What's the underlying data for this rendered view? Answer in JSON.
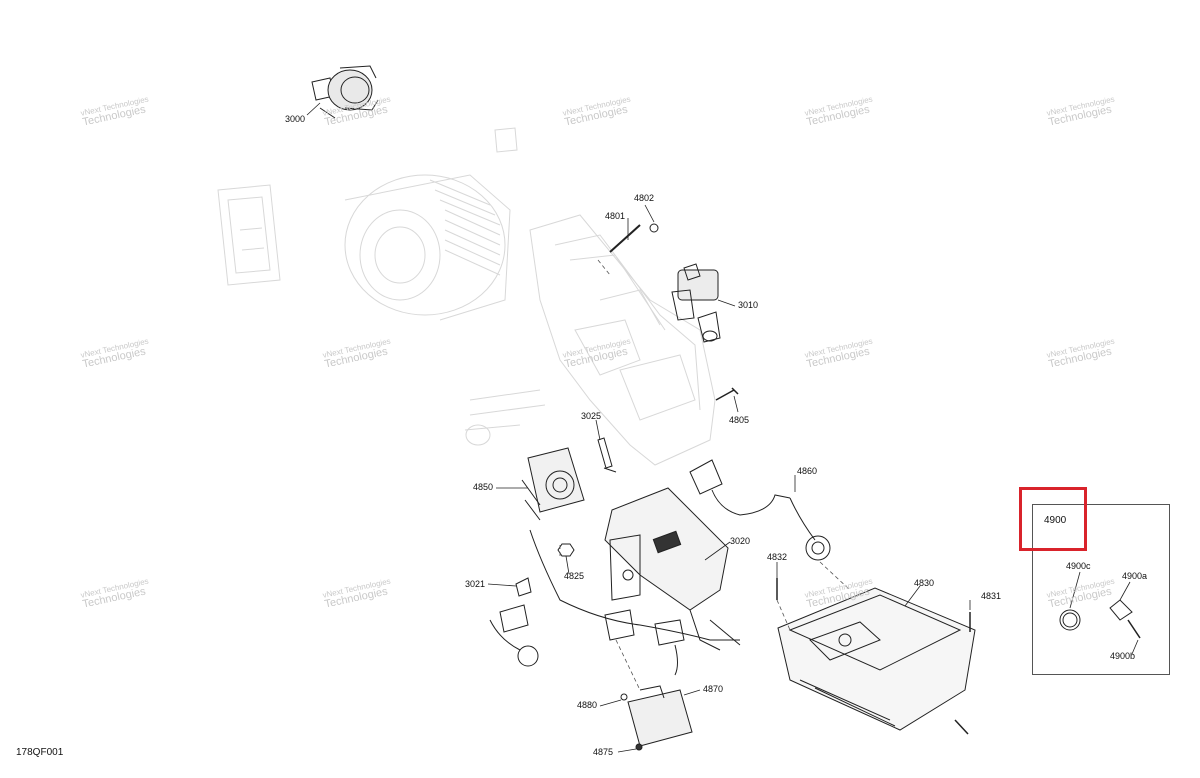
{
  "figure_code": "178QF001",
  "watermark": {
    "line1": "vNext Technologies",
    "line2": "Technologies"
  },
  "callouts": [
    {
      "id": "3000",
      "text": "3000"
    },
    {
      "id": "4802",
      "text": "4802"
    },
    {
      "id": "4801",
      "text": "4801"
    },
    {
      "id": "3010",
      "text": "3010"
    },
    {
      "id": "4805",
      "text": "4805"
    },
    {
      "id": "3025",
      "text": "3025"
    },
    {
      "id": "4850",
      "text": "4850"
    },
    {
      "id": "4860",
      "text": "4860"
    },
    {
      "id": "3020",
      "text": "3020"
    },
    {
      "id": "4825",
      "text": "4825"
    },
    {
      "id": "3021",
      "text": "3021"
    },
    {
      "id": "4832",
      "text": "4832"
    },
    {
      "id": "4830",
      "text": "4830"
    },
    {
      "id": "4831",
      "text": "4831"
    },
    {
      "id": "4870",
      "text": "4870"
    },
    {
      "id": "4880",
      "text": "4880"
    },
    {
      "id": "4875",
      "text": "4875"
    }
  ],
  "kit": {
    "title": "4900",
    "parts": [
      {
        "id": "4900c",
        "text": "4900c"
      },
      {
        "id": "4900a",
        "text": "4900a"
      },
      {
        "id": "4900b",
        "text": "4900b"
      }
    ]
  },
  "highlight_color": "#d9232b"
}
